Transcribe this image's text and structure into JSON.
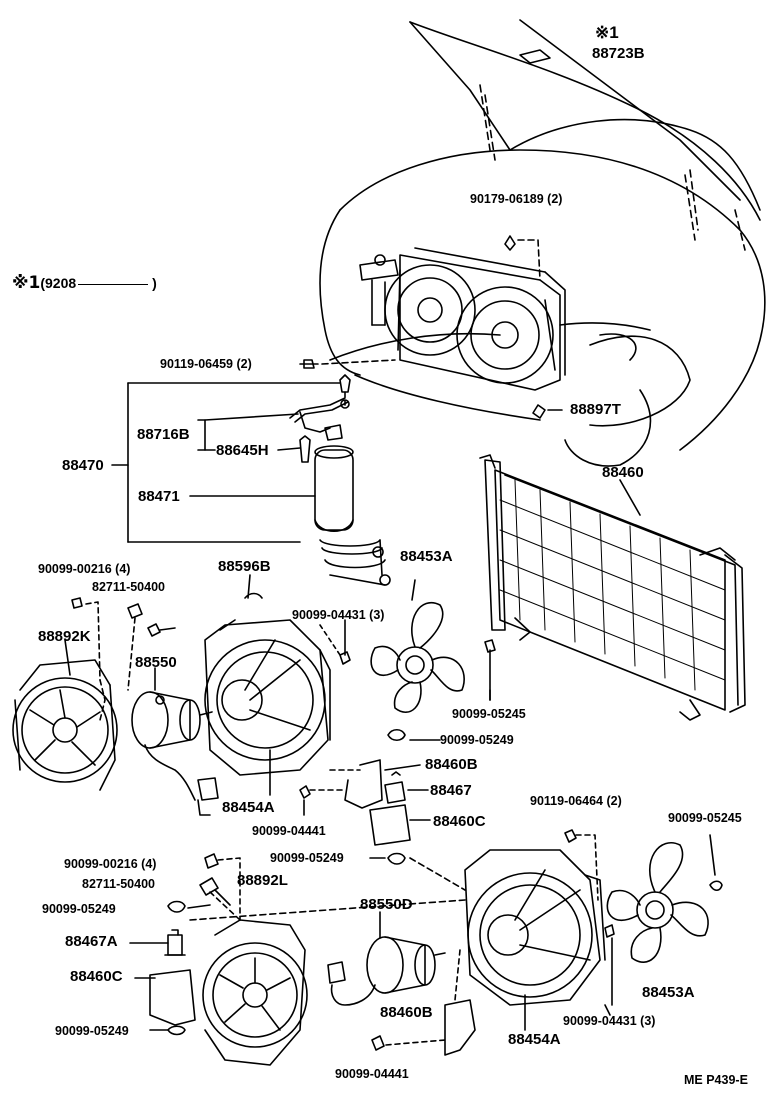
{
  "diagram": {
    "note": {
      "symbol": "※1",
      "range_open": "(9208",
      "range_close": ")"
    },
    "parts": {
      "hood_symbol": "※1",
      "hood_pad": "88723B",
      "bolt_top": "90179-06189 (2)",
      "bolt_left": "90119-06459 (2)",
      "bolt_right": "88897T",
      "cooler_dryer_assy": "88470",
      "pipe": "88716B",
      "pressure_switch": "88645H",
      "receiver": "88471",
      "condenser": "88460",
      "screw_4": "90099-00216 (4)",
      "nut_a": "82711-50400",
      "fan_shroud_k": "88892K",
      "shroud_upper": "88596B",
      "motor_upper": "88550",
      "screw_3_upper": "90099-04431 (3)",
      "fan_upper": "88453A",
      "washer_upper": "90099-05245",
      "nut_upper": "90099-05249",
      "bracket_b_upper": "88460B",
      "cushion_upper": "88467",
      "bracket_c_upper": "88460C",
      "shroud_assy_upper": "88454A",
      "bolt_upper": "90099-04441",
      "bolt_right_lower": "90119-06464 (2)",
      "washer_right_lower": "90099-05245",
      "screw_4_lower": "90099-00216 (4)",
      "nut_mid": "90099-05249",
      "nut_b_lower": "82711-50400",
      "fan_shroud_l": "88892L",
      "nut_left_lower": "90099-05249",
      "motor_lower": "88550D",
      "cushion_lower": "88467A",
      "bracket_c_lower": "88460C",
      "bracket_b_lower": "88460B",
      "screw_3_lower": "90099-04431 (3)",
      "fan_lower": "88453A",
      "nut_bottom_lower": "90099-05249",
      "shroud_assy_lower": "88454A",
      "bolt_lower": "90099-04441"
    },
    "footer_code": "ME  P439-E"
  }
}
